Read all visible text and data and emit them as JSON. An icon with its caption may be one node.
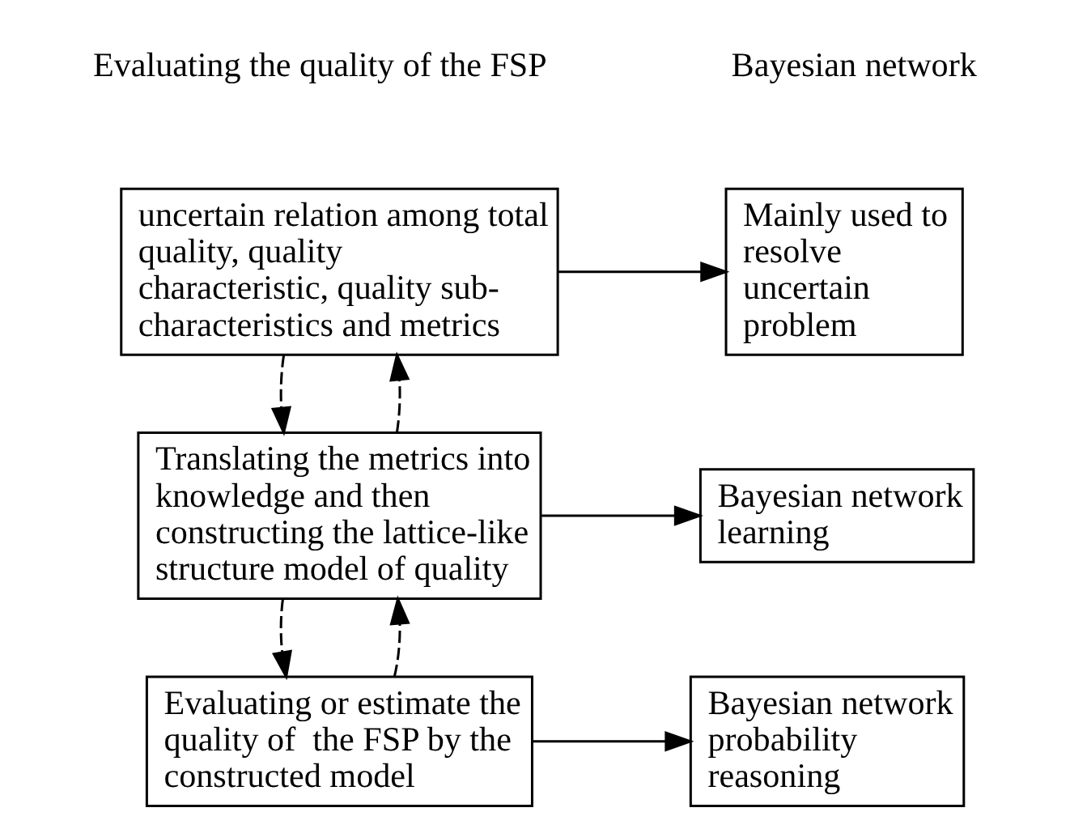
{
  "diagram": {
    "nodes": [
      {
        "text": [
          "uncertain relation among total quality, quality characteristic, quality sub-characteristics and metrics"
        ]
      },
      {
        "text": [
          "Translating the metrics into knowledge and then constructing the lattice-like structure model of quality"
        ]
      },
      {
        "text": [
          "Evaluating or estimate the quality of  the FSP by the constructed model"
        ]
      },
      {
        "text": [
          "Mainly used to resolve uncertain problem"
        ]
      },
      {
        "text": [
          "Bayesian network learning"
        ]
      },
      {
        "text": [
          "Bayesian network probability reasoning"
        ]
      }
    ],
    "edges": [
      {
        "from": 0,
        "to": 3,
        "arrow": "to"
      },
      {
        "from": 0,
        "to": 1,
        "arrow": "to",
        "style": "dashed"
      },
      {
        "from": 1,
        "to": 0,
        "arrow": "to",
        "style": "dashed"
      },
      {
        "from": 1,
        "to": 4,
        "arrow": "to"
      },
      {
        "from": 1,
        "to": 2,
        "arrow": "to",
        "style": "dashed"
      },
      {
        "from": 2,
        "to": 1,
        "arrow": "to",
        "style": "dashed"
      },
      {
        "from": 2,
        "to": 5,
        "arrow": "to"
      }
    ],
    "labels": [
      "Evaluating the quality of the FSP",
      "Bayesian network"
    ]
  }
}
